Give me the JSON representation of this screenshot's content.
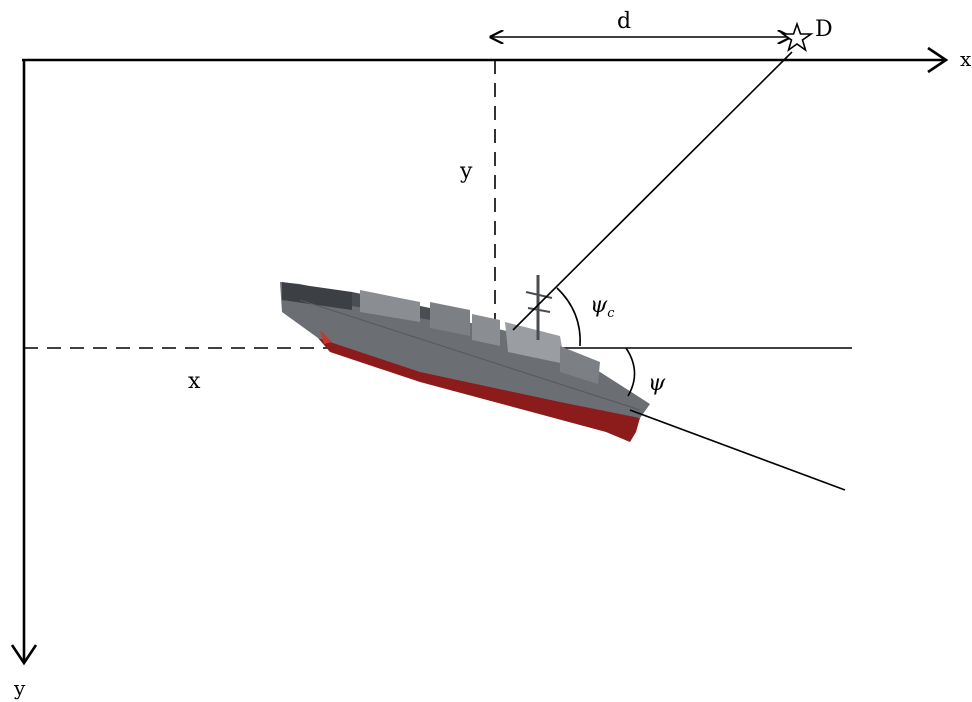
{
  "labels": {
    "x_axis": "x",
    "y_axis": "y",
    "dist_d": "d",
    "point_D": "D",
    "ship_y": "y",
    "ship_x": "x",
    "angle_psi_c": "ψc",
    "angle_psi": "ψ"
  },
  "colors": {
    "line": "#000000",
    "hull_grey": "#6b6e73",
    "deck_dark": "#3c3f44",
    "superstructure": "#8a8d92",
    "hull_red": "#8c1c1c"
  },
  "icons": {
    "destination": "star-icon",
    "vessel": "ship-icon"
  }
}
